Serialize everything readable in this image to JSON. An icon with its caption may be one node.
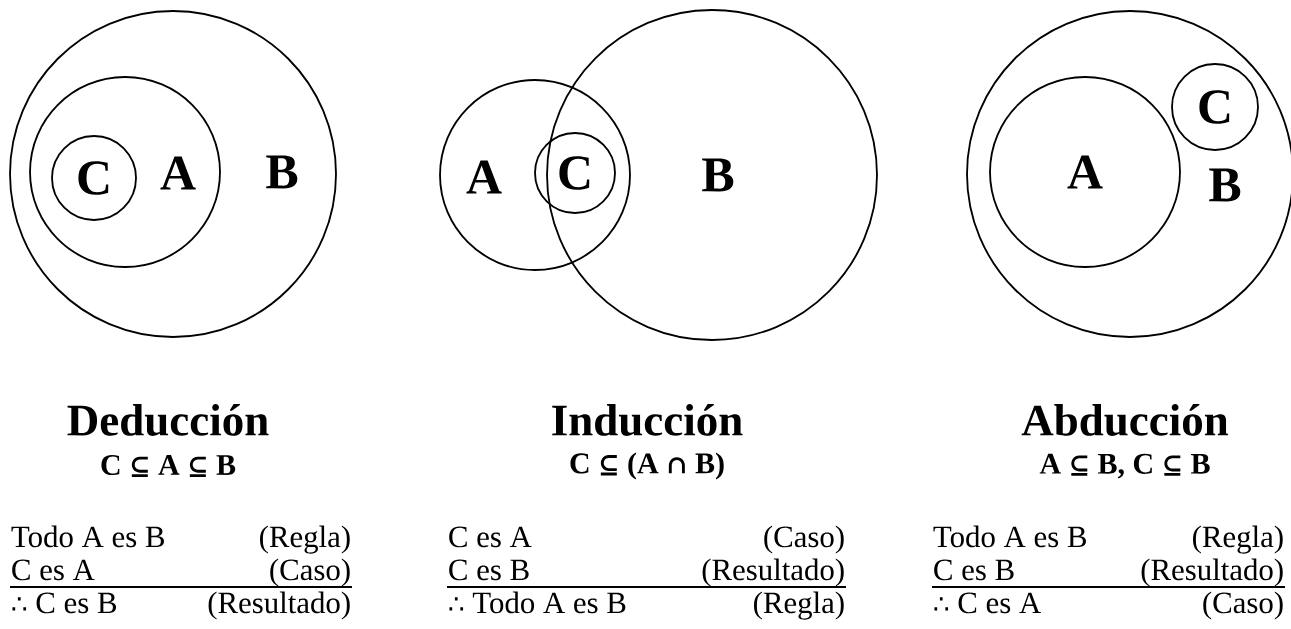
{
  "diagram": {
    "nodes": [
      {
        "text": [
          "B"
        ]
      },
      {
        "text": [
          "A"
        ],
        "in": 0
      },
      {
        "text": [
          "C"
        ],
        "in": 1
      },
      {
        "text": [
          "A"
        ]
      },
      {
        "text": [
          "B"
        ]
      },
      {
        "text": [
          "C"
        ],
        "in": 3
      },
      {
        "text": [
          "B"
        ]
      },
      {
        "text": [
          "A"
        ],
        "in": 6
      },
      {
        "text": [
          "C"
        ],
        "in": 6
      }
    ],
    "labels": [
      "Deducción",
      "Inducción",
      "Abducción",
      "C ⊆ A ⊆ B",
      "C ⊆ (A ∩ B)",
      "A ⊆ B, C ⊆ B",
      "Todo A es B",
      "(Regla)",
      "C es A",
      "(Caso)",
      "∴ C es B",
      "(Resultado)",
      "C es A",
      "(Caso)",
      "C es B",
      "(Resultado)",
      "∴ Todo A es B",
      "(Regla)",
      "Todo A es B",
      "(Regla)",
      "C es B",
      "(Resultado)",
      "∴ C es A",
      "(Caso)"
    ]
  }
}
